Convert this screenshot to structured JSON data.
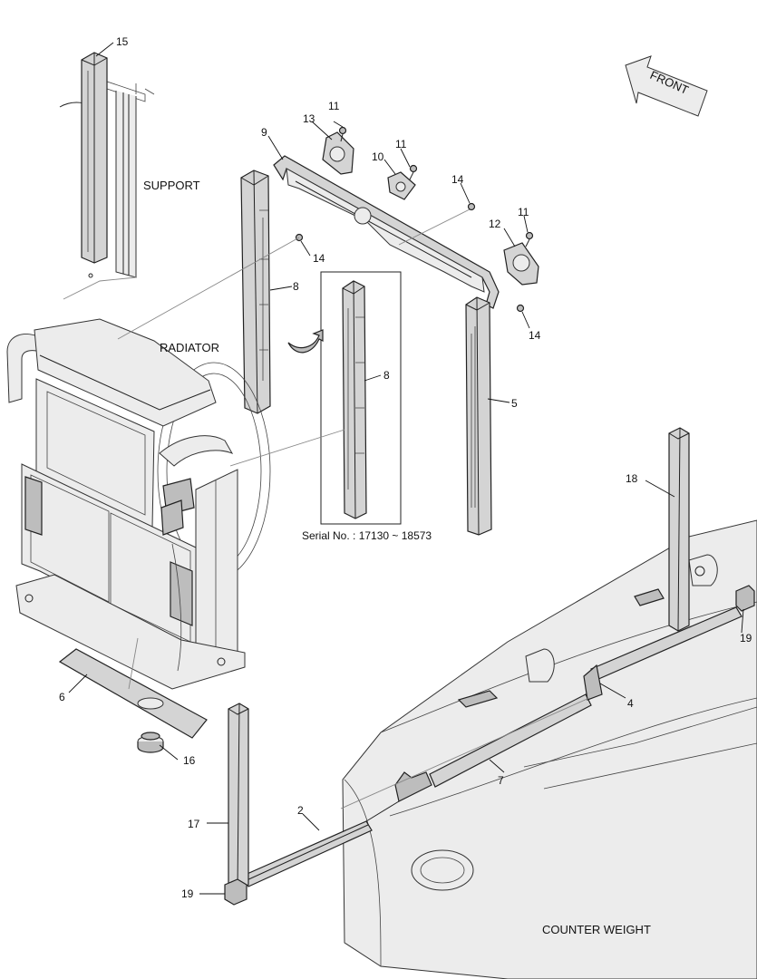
{
  "labels": {
    "support": "SUPPORT",
    "radiator": "RADIATOR",
    "counter_weight": "COUNTER WEIGHT",
    "front": "FRONT",
    "serial": "Serial No. : 17130 ~ 18573"
  },
  "callouts": {
    "c2": "2",
    "c4": "4",
    "c5": "5",
    "c6": "6",
    "c7": "7",
    "c8a": "8",
    "c8b": "8",
    "c9": "9",
    "c10": "10",
    "c11a": "11",
    "c11b": "11",
    "c11c": "11",
    "c12": "12",
    "c13": "13",
    "c14a": "14",
    "c14b": "14",
    "c14c": "14",
    "c15": "15",
    "c16": "16",
    "c17": "17",
    "c18": "18",
    "c19a": "19",
    "c19b": "19"
  }
}
